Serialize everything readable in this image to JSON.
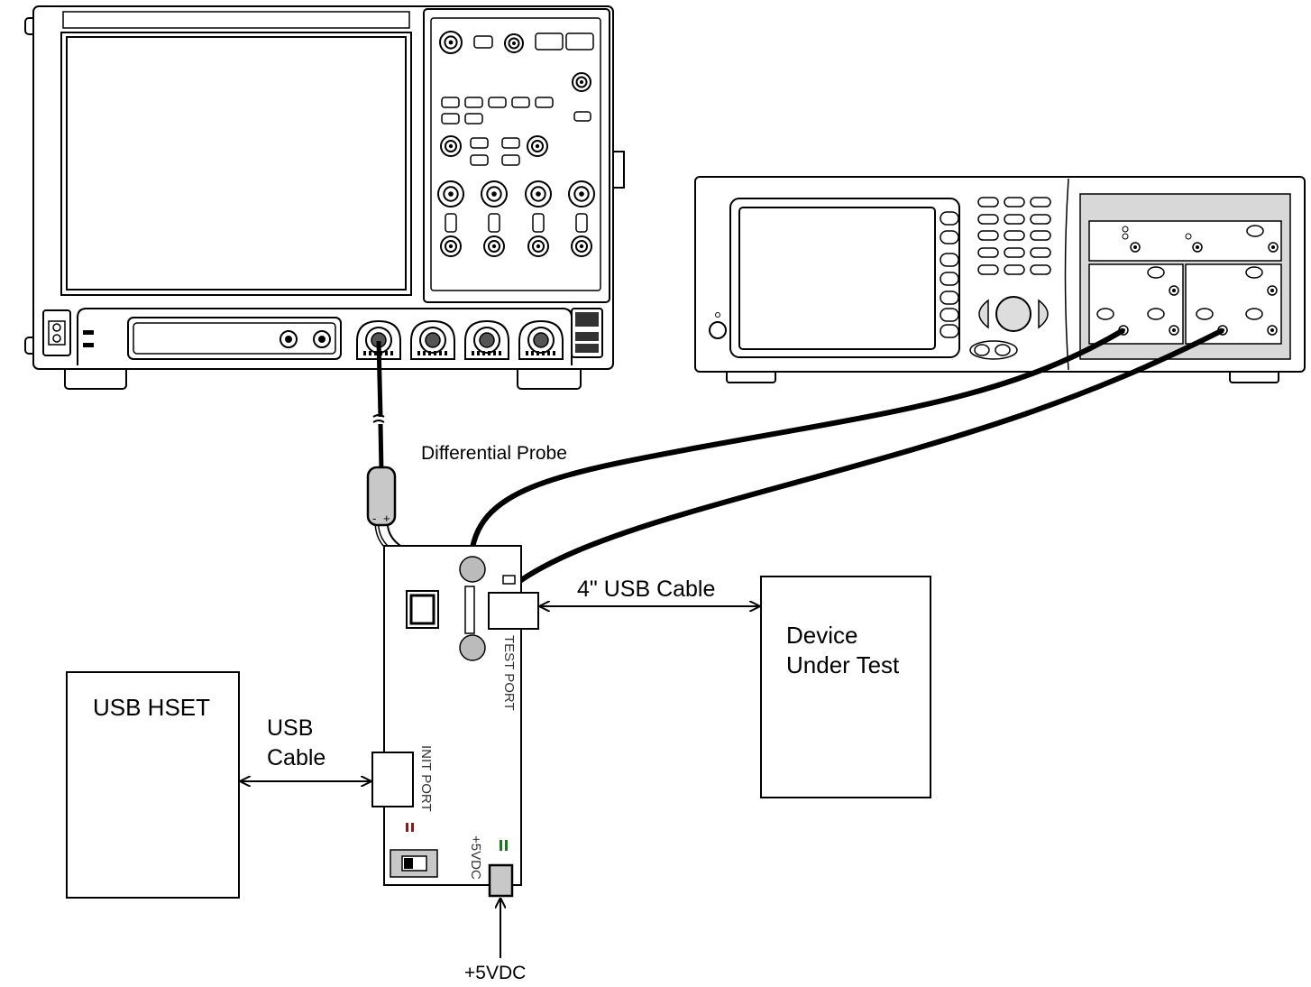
{
  "labels": {
    "differential_probe": "Differential Probe",
    "usb_cable_4in": "4\" USB Cable",
    "device_line1": "Device",
    "device_line2": "Under Test",
    "usb_hset": "USB HSET",
    "usb_cable_line1": "USB",
    "usb_cable_line2": "Cable",
    "test_port": "TEST PORT",
    "init_port": "INIT PORT",
    "board_5vdc": "+5VDC",
    "supply_5vdc": "+5VDC",
    "probe_minus": "-",
    "probe_plus": "+"
  },
  "colors": {
    "line": "#000000",
    "panel_gray": "#d8d8d8",
    "led_red": "#8b1a1a",
    "led_green": "#1a7a1a"
  },
  "icons": {
    "oscilloscope": "oscilloscope-icon",
    "signal_generator": "signal-generator-icon",
    "probe": "probe-head-icon"
  }
}
